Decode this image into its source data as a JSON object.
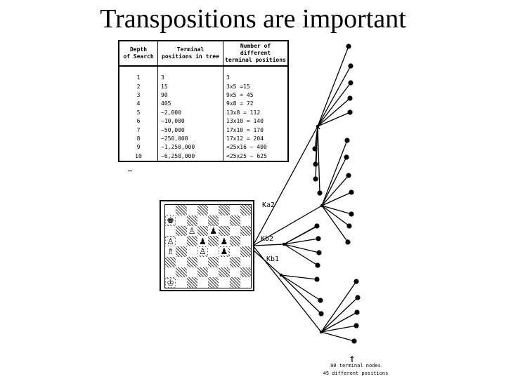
{
  "title": "Transpositions are important",
  "table": {
    "headers": [
      "Depth\nof Search",
      "Terminal\npositions in tree",
      "Number of different\nterminal positions"
    ],
    "rows": [
      [
        "1",
        "3",
        "3"
      ],
      [
        "2",
        "15",
        "3x5 =15"
      ],
      [
        "3",
        "90",
        "9x5 = 45"
      ],
      [
        "4",
        "405",
        "9x8 = 72"
      ],
      [
        "5",
        "~2,000",
        "13x8 = 112"
      ],
      [
        "6",
        "~10,000",
        "13x10 = 140"
      ],
      [
        "7",
        "~50,000",
        "17x10 = 170"
      ],
      [
        "8",
        "~250,000",
        "17x12 = 204"
      ],
      [
        "9",
        "~1,250,000",
        "<25x16 ~ 400"
      ],
      [
        "10",
        "~6,250,000",
        "<25x25 ~ 625"
      ]
    ]
  },
  "tree": {
    "labels": [
      "Ka2",
      "Kb2",
      "Kb1"
    ],
    "note_line1": "90 terminal nodes",
    "note_line2": "45 different positions",
    "arrow_glyph": "↑"
  },
  "board": {
    "pieces": [
      {
        "row": 1,
        "col": 0,
        "glyph": "♚"
      },
      {
        "row": 2,
        "col": 2,
        "glyph": "♙"
      },
      {
        "row": 2,
        "col": 4,
        "glyph": "♟"
      },
      {
        "row": 3,
        "col": 0,
        "glyph": "♙"
      },
      {
        "row": 3,
        "col": 3,
        "glyph": "♟"
      },
      {
        "row": 3,
        "col": 5,
        "glyph": "♟"
      },
      {
        "row": 4,
        "col": 0,
        "glyph": "♗"
      },
      {
        "row": 4,
        "col": 3,
        "glyph": "♙"
      },
      {
        "row": 4,
        "col": 5,
        "glyph": "♟"
      },
      {
        "row": 7,
        "col": 0,
        "glyph": "♔"
      }
    ]
  }
}
